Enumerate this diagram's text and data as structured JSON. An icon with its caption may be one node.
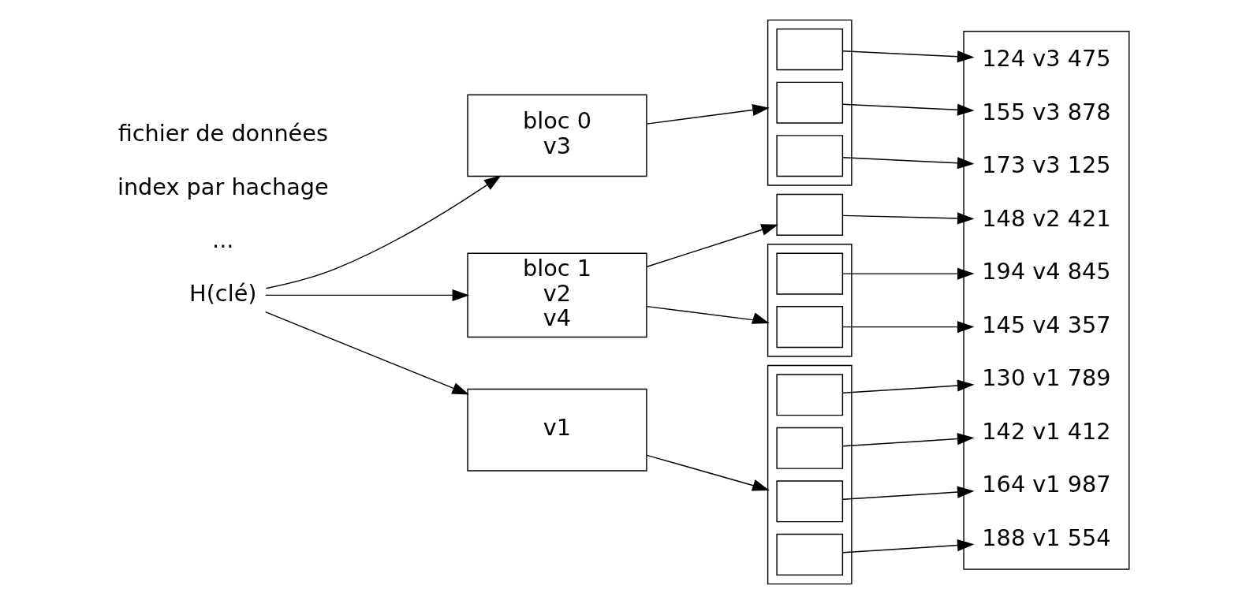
{
  "diagram": {
    "nodes": [
      {
        "text": [
          "H(clé)"
        ]
      },
      {
        "text": [
          "bloc 0",
          "v3"
        ]
      },
      {
        "text": [
          "bloc 1",
          "v2",
          "v4"
        ]
      },
      {
        "text": [
          "v1"
        ]
      },
      {
        "text": [],
        "shape": "box"
      },
      {
        "text": [],
        "shape": "box",
        "in": 4
      },
      {
        "text": [],
        "shape": "box",
        "in": 4
      },
      {
        "text": [],
        "shape": "box",
        "in": 4
      },
      {
        "text": [],
        "shape": "box"
      },
      {
        "text": [],
        "shape": "box"
      },
      {
        "text": [],
        "shape": "box",
        "in": 9
      },
      {
        "text": [],
        "shape": "box",
        "in": 9
      },
      {
        "text": [],
        "shape": "box"
      },
      {
        "text": [],
        "shape": "box",
        "in": 12
      },
      {
        "text": [],
        "shape": "box",
        "in": 12
      },
      {
        "text": [],
        "shape": "box",
        "in": 12
      },
      {
        "text": [],
        "shape": "box",
        "in": 12
      },
      {
        "text": [],
        "shape": "box"
      },
      {
        "text": [
          "124 v3 475"
        ],
        "in": 17
      },
      {
        "text": [
          "130 v1 789"
        ],
        "in": 17
      },
      {
        "text": [
          "142 v1 412"
        ],
        "in": 17
      },
      {
        "text": [
          "145 v4 357"
        ],
        "in": 17
      },
      {
        "text": [
          "148 v2 421"
        ],
        "in": 17
      },
      {
        "text": [
          "155 v3 878"
        ],
        "in": 17
      },
      {
        "text": [
          "164 v1 987"
        ],
        "in": 17
      },
      {
        "text": [
          "173 v3 125"
        ],
        "in": 17
      },
      {
        "text": [
          "188 v1 554"
        ],
        "in": 17
      },
      {
        "text": [
          "194 v4 845"
        ],
        "in": 17
      }
    ],
    "edges": [
      {
        "from": 0,
        "to": 1,
        "arrow": "to"
      },
      {
        "from": 0,
        "to": 2,
        "arrow": "to"
      },
      {
        "from": 0,
        "to": 3,
        "arrow": "to"
      },
      {
        "from": 1,
        "to": 4,
        "arrow": "to"
      },
      {
        "from": 2,
        "to": 8,
        "arrow": "to"
      },
      {
        "from": 2,
        "to": 9,
        "arrow": "to"
      },
      {
        "from": 3,
        "to": 12,
        "arrow": "to"
      },
      {
        "from": 5,
        "to": 18,
        "arrow": "to"
      },
      {
        "from": 6,
        "to": 23,
        "arrow": "to"
      },
      {
        "from": 7,
        "to": 25,
        "arrow": "to"
      },
      {
        "from": 8,
        "to": 22,
        "arrow": "to"
      },
      {
        "from": 10,
        "to": 27,
        "arrow": "to"
      },
      {
        "from": 11,
        "to": 21,
        "arrow": "to"
      },
      {
        "from": 13,
        "to": 19,
        "arrow": "to"
      },
      {
        "from": 14,
        "to": 20,
        "arrow": "to"
      },
      {
        "from": 15,
        "to": 24,
        "arrow": "to"
      },
      {
        "from": 16,
        "to": 26,
        "arrow": "to"
      }
    ],
    "labels": [
      "...",
      "index par hachage",
      "fichier de données"
    ]
  }
}
